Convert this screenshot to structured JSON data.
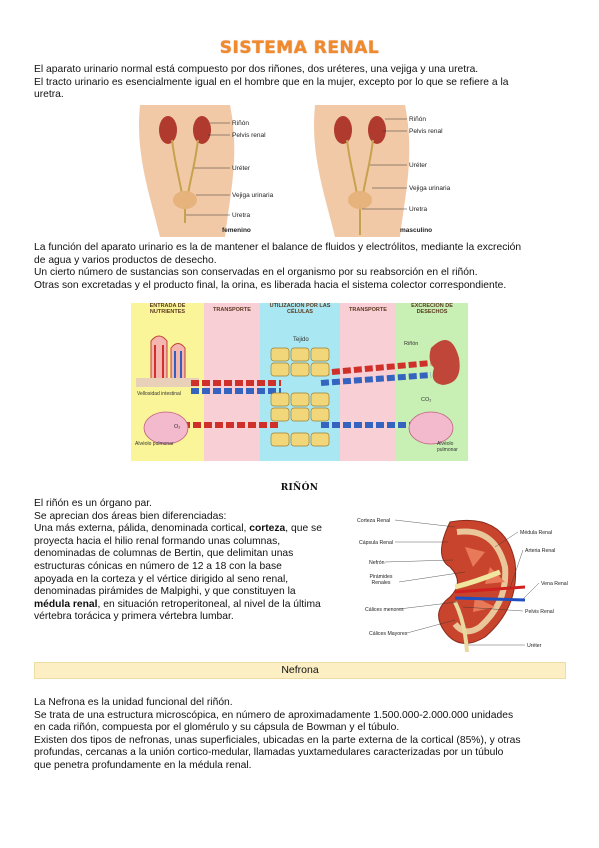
{
  "title": "SISTEMA RENAL",
  "intro": [
    "El aparato urinario normal está compuesto por dos riñones, dos uréteres, una vejiga y una uretra.",
    "El tracto urinario es esencialmente igual en el hombre que en la mujer, excepto por lo que se refiere a la",
    "uretra."
  ],
  "anatomy_figure": {
    "left_labels": [
      "Riñón",
      "Pelvis renal",
      "Uréter",
      "Vejiga urinaria",
      "Uretra"
    ],
    "left_caption": "femenino",
    "right_labels": [
      "Riñón",
      "Pelvis renal",
      "Uréter",
      "Vejiga urinaria",
      "Uretra"
    ],
    "right_caption": "masculino"
  },
  "function_text": [
    "La función del aparato urinario es la de mantener el balance de fluidos y electrólitos, mediante la excreción",
    "de agua y varios productos de desecho.",
    "Un cierto número de sustancias son conservadas en el organismo por su reabsorción en el riñón.",
    "Otras son excretadas y el producto final, la orina, es liberada hacia el sistema colector correspondiente."
  ],
  "flow_figure": {
    "col1": "ENTRADA DE NUTRIENTES",
    "col2": "TRANSPORTE",
    "col3": "UTILIZACIÓN POR LAS CÉLULAS",
    "col4": "TRANSPORTE",
    "col5": "EXCRECIÓN DE DESECHOS",
    "tejido": "Tejido",
    "rinon": "Riñón",
    "vellosidad": "Vellosidad intestinal",
    "o2": "O₂",
    "co2": "CO₂",
    "alveolo_left": "Alvéolo pulmonar",
    "alveolo_right": "Alvéolo pulmonar"
  },
  "rinon_heading": "RIÑÓN",
  "rinon_text": [
    "El riñón es un órgano par.",
    "Se aprecian dos áreas bien diferenciadas:",
    "Una más externa, pálida, denominada cortical, ",
    "corteza",
    ", que se",
    "proyecta hacia el hilio renal formando unas columnas,",
    "denominadas de columnas de Bertin, que delimitan unas",
    "estructuras cónicas en número de 12 a 18 con la base",
    "apoyada en la corteza y el vértice dirigido al seno renal,",
    "denominadas pirámides de Malpighi, y que constituyen la",
    "médula renal",
    ", en situación retroperitoneal, al nivel de la última",
    "vértebra torácica y primera vértebra lumbar."
  ],
  "kidney_figure": {
    "labels_left": [
      "Corteza Renal",
      "Cápsula Renal",
      "Nefrón",
      "Pirámides Renales",
      "Cálices menores",
      "Cálices Mayores"
    ],
    "labels_right": [
      "Médula Renal",
      "Arteria Renal",
      "Vena Renal",
      "Pelvis Renal",
      "Uréter"
    ]
  },
  "nefrona_bar": "Nefrona",
  "nefrona_text": [
    "La Nefrona es la unidad funcional del riñón.",
    "Se trata de una estructura microscópica, en número de aproximadamente 1.500.000-2.000.000 unidades",
    "en cada riñón, compuesta por el glomérulo y su cápsula de Bowman y el túbulo.",
    "Existen dos tipos de nefronas, unas superficiales, ubicadas en la parte externa de la cortical (85%), y otras",
    "profundas, cercanas a la unión cortico-medular, llamadas yuxtamedulares caracterizadas por un túbulo",
    "que penetra profundamente en la médula renal."
  ]
}
